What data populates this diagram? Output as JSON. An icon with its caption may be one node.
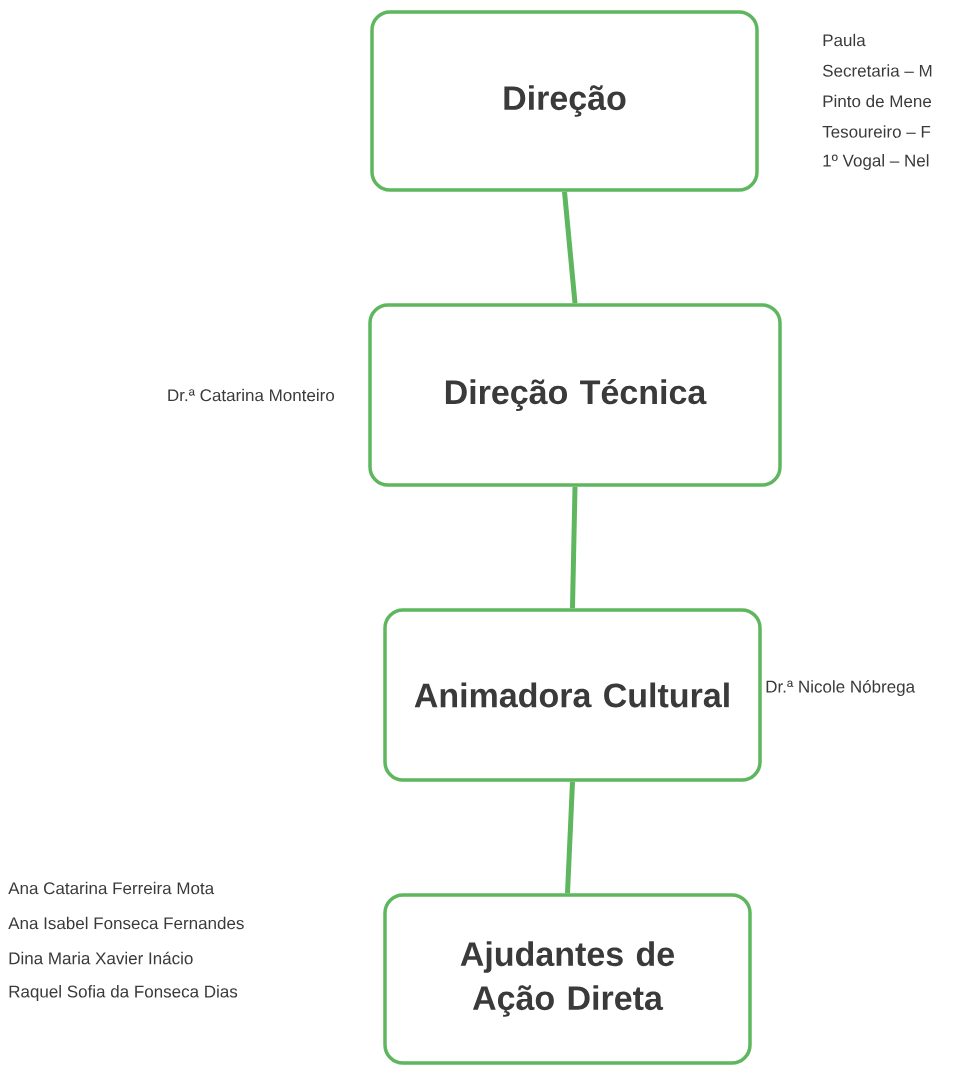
{
  "diagram": {
    "nodes": [
      {
        "text": [
          "Direção"
        ],
        "beside": [
          "Paula",
          "Secretaria – M",
          "Pinto de Mene",
          "Tesoureiro – F",
          "1º Vogal – Nel"
        ]
      },
      {
        "text": [
          "Direção Técnica"
        ],
        "beside": [
          "Dr.ª Catarina Monteiro"
        ]
      },
      {
        "text": [
          "Animadora Cultural"
        ],
        "beside": [
          "Dr.ª Nicole Nóbrega"
        ]
      },
      {
        "text": [
          "Ajudantes de Ação Direta"
        ],
        "beside": [
          "Ana Catarina Ferreira Mota",
          "Ana Isabel Fonseca Fernandes",
          "Dina Maria Xavier Inácio",
          "Raquel Sofia da Fonseca Dias"
        ]
      }
    ],
    "edges": [
      {
        "from": 0,
        "to": 1,
        "arrow": "none"
      },
      {
        "from": 1,
        "to": 2,
        "arrow": "none"
      },
      {
        "from": 2,
        "to": 3,
        "arrow": "none"
      }
    ]
  }
}
